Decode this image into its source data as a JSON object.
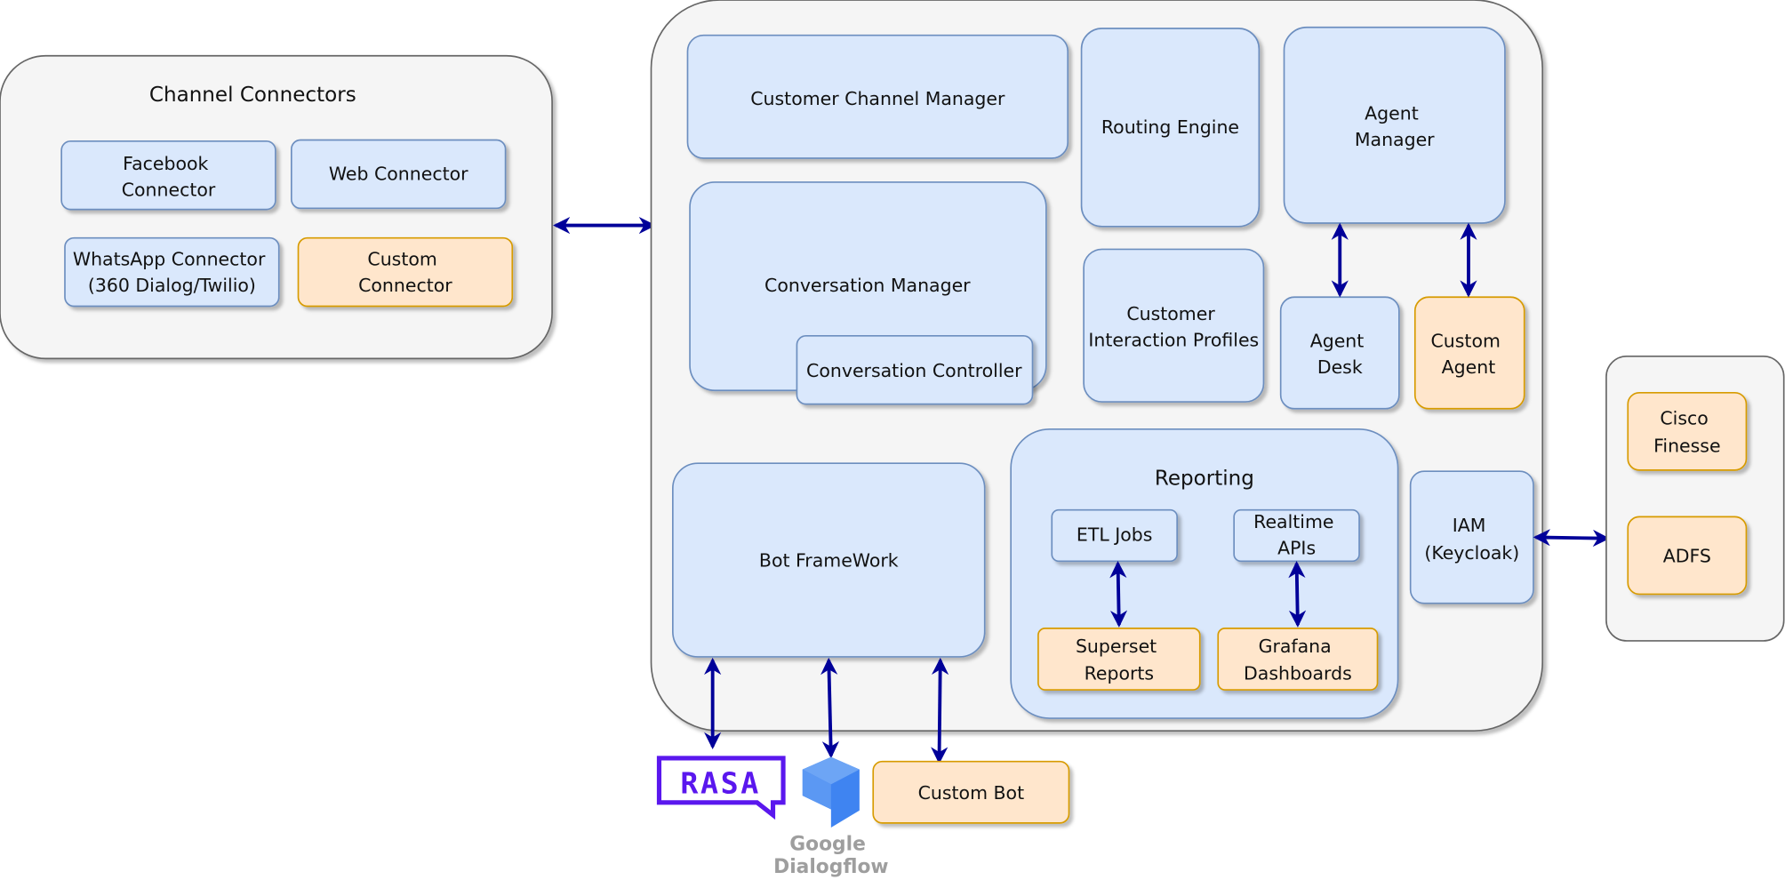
{
  "colors": {
    "group_fill": "#f5f5f5",
    "group_stroke": "#666666",
    "blue_fill": "#dae8fc",
    "blue_stroke": "#6c8ebf",
    "orange_fill": "#ffe6cc",
    "orange_stroke": "#d79b00",
    "arrow": "#000099",
    "rasa": "#5a17ee",
    "dialogflow_light": "#6da5f5",
    "dialogflow_dark": "#3f84f1",
    "logo_text": "#9e9e9e"
  },
  "channel_connectors": {
    "title": "Channel Connectors",
    "facebook": [
      "Facebook",
      "Connector"
    ],
    "web": "Web Connector",
    "whatsapp": [
      "WhatsApp Connector",
      "(360 Dialog/Twilio)"
    ],
    "custom": [
      "Custom",
      "Connector"
    ]
  },
  "core": {
    "customer_channel_manager": "Customer Channel Manager",
    "routing_engine": "Routing Engine",
    "agent_manager": [
      "Agent",
      "Manager"
    ],
    "conversation_manager": "Conversation Manager",
    "conversation_controller": "Conversation Controller",
    "customer_interaction_profiles": [
      "Customer",
      "Interaction Profiles"
    ],
    "agent_desk": [
      "Agent",
      "Desk"
    ],
    "custom_agent": [
      "Custom",
      "Agent"
    ],
    "bot_framework": "Bot FrameWork",
    "iam": [
      "IAM",
      "(Keycloak)"
    ]
  },
  "reporting": {
    "title": "Reporting",
    "etl_jobs": "ETL Jobs",
    "realtime_apis": [
      "Realtime",
      "APIs"
    ],
    "superset_reports": [
      "Superset",
      "Reports"
    ],
    "grafana_dashboards": [
      "Grafana",
      "Dashboards"
    ]
  },
  "identity": {
    "cisco_finesse": [
      "Cisco",
      "Finesse"
    ],
    "adfs": "ADFS"
  },
  "bots": {
    "rasa_logo_text": "RASA",
    "dialogflow_text": [
      "Google",
      "Dialogflow"
    ],
    "custom_bot": "Custom Bot"
  }
}
